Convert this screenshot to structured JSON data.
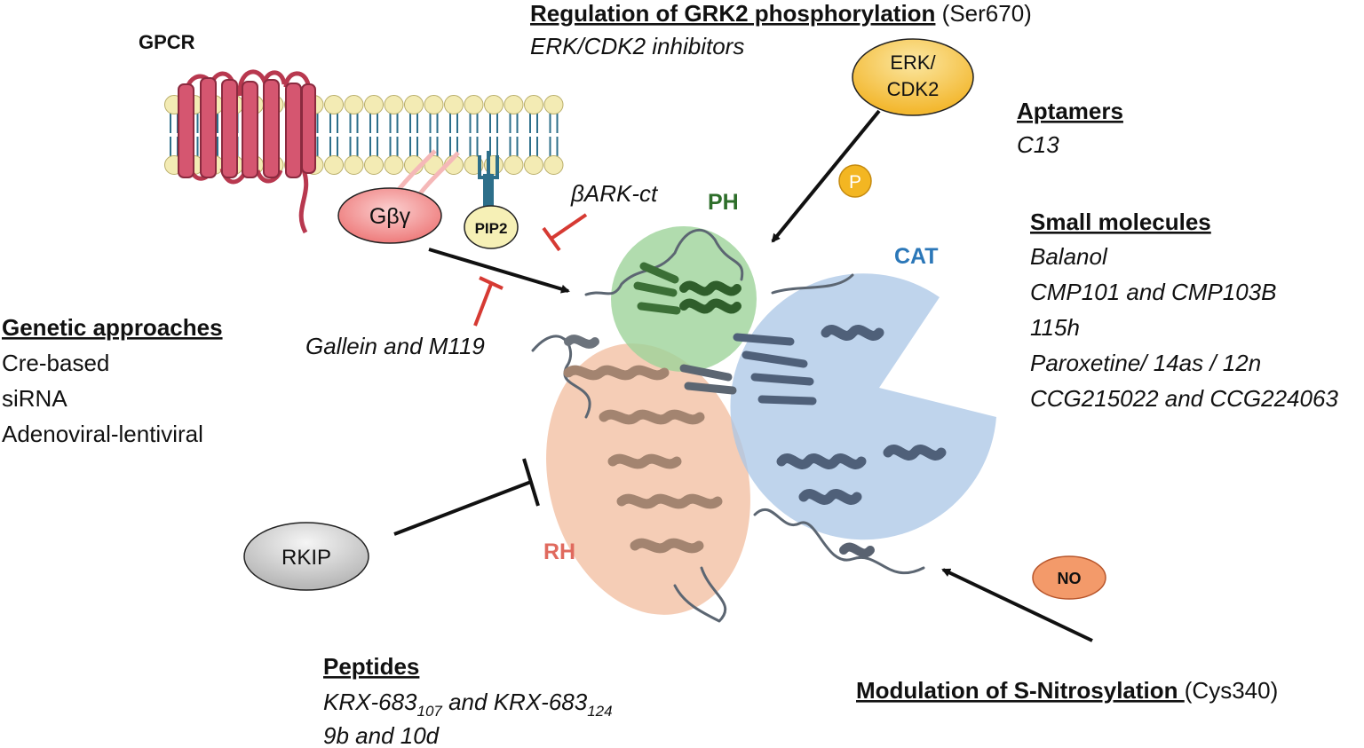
{
  "membrane": {
    "gpcr_label": "GPCR",
    "gby_label": "Gβγ",
    "pip2_label": "PIP2"
  },
  "regulators": {
    "erk_cdk2_line1": "ERK/",
    "erk_cdk2_line2": "CDK2",
    "phospho_label": "P",
    "no_label": "NO",
    "rkip_label": "RKIP",
    "bark_ct_label": "βARK-ct",
    "gallein_label": "Gallein and M119"
  },
  "domains": {
    "ph": "PH",
    "cat": "CAT",
    "rh": "RH"
  },
  "sections": {
    "phosphorylation": {
      "heading": "Regulation of GRK2 phosphorylation",
      "suffix": " (Ser670)",
      "items": [
        "ERK/CDK2 inhibitors"
      ]
    },
    "aptamers": {
      "heading": "Aptamers",
      "items": [
        "C13"
      ]
    },
    "small_molecules": {
      "heading": "Small molecules",
      "items": [
        "Balanol",
        "CMP101 and CMP103B",
        "115h",
        "Paroxetine/ 14as / 12n",
        "CCG215022 and CCG224063"
      ]
    },
    "genetic": {
      "heading": "Genetic approaches",
      "items": [
        "Cre-based",
        "siRNA",
        "Adenoviral-lentiviral"
      ]
    },
    "peptides": {
      "heading": "Peptides",
      "line1_a": "KRX-683",
      "line1_sub_a": "107",
      "line1_b": " and KRX-683",
      "line1_sub_b": "124",
      "line2": "9b and 10d"
    },
    "nitrosylation": {
      "heading": "Modulation of S-Nitrosylation ",
      "suffix": "(Cys340)"
    }
  },
  "colors": {
    "gpcr": "#c94a62",
    "lipid_head": "#f3ebb4",
    "lipid_tail": "#2d6f8a",
    "gby": "#f28a8a",
    "pip2": "#f6f0b6",
    "erk": "#f5c54a",
    "no": "#f39a6a",
    "rkip": "#cccccc",
    "ph": "#9ed39a",
    "cat": "#a9c5e6",
    "rh": "#f3c1a4",
    "ph_text": "#2e6e2a",
    "cat_text": "#2b77b8",
    "rh_text": "#e06a5e",
    "inhibit": "#d63a33",
    "protein": "#6b7685"
  }
}
